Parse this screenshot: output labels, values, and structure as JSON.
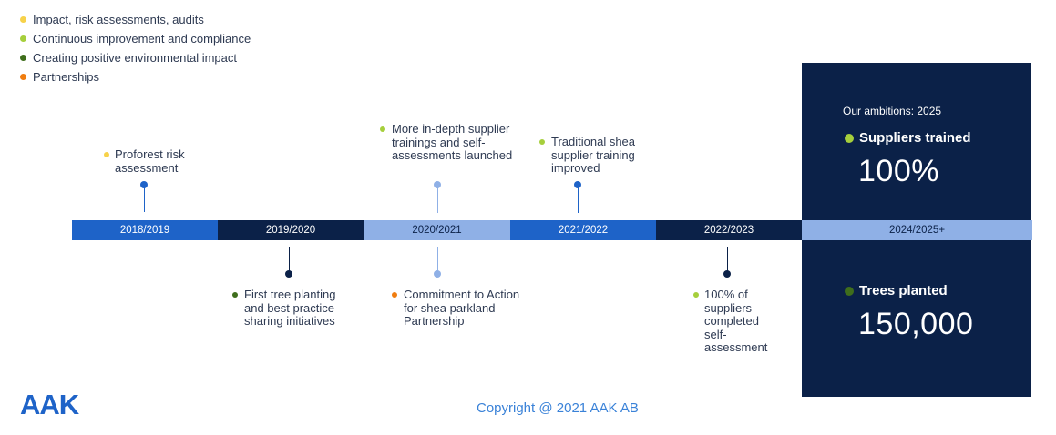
{
  "legend": [
    {
      "label": "Impact, risk assessments, audits",
      "color": "#f7d24a"
    },
    {
      "label": "Continuous improvement and compliance",
      "color": "#a6cf3c"
    },
    {
      "label": "Creating positive environmental impact",
      "color": "#3f6e1c"
    },
    {
      "label": "Partnerships",
      "color": "#f07d10"
    }
  ],
  "timeline": [
    {
      "label": "2018/2019",
      "color": "#1e63c8"
    },
    {
      "label": "2019/2020",
      "color": "#0b2148"
    },
    {
      "label": "2020/2021",
      "color": "#8fb0e6"
    },
    {
      "label": "2021/2022",
      "color": "#1e63c8"
    },
    {
      "label": "2022/2023",
      "color": "#0b2148"
    },
    {
      "label": "2024/2025+",
      "color": "#8fb0e6"
    }
  ],
  "events_above": [
    {
      "text": "Proforest risk assessment",
      "category_color": "#f7d24a",
      "marker_color": "#1e63c8"
    },
    {
      "text": "More in-depth supplier trainings and self-assessments launched",
      "category_color": "#a6cf3c",
      "marker_color": "#8fb0e6"
    },
    {
      "text": "Traditional shea supplier training improved",
      "category_color": "#a6cf3c",
      "marker_color": "#1e63c8"
    }
  ],
  "events_below": [
    {
      "text": "First tree planting and best practice sharing initiatives",
      "category_color": "#3f6e1c",
      "marker_color": "#0b2148"
    },
    {
      "text": "Commitment to Action for shea parkland Partnership",
      "category_color": "#f07d10",
      "marker_color": "#8fb0e6"
    },
    {
      "text": "100% of suppliers completed self-assessment",
      "category_color": "#a6cf3c",
      "marker_color": "#0b2148"
    }
  ],
  "ambitions": {
    "title": "Our ambitions: 2025",
    "kpi1": {
      "label": "Suppliers trained",
      "value": "100%",
      "color": "#a6cf3c"
    },
    "kpi2": {
      "label": "Trees planted",
      "value": "150,000",
      "color": "#3f6e1c"
    }
  },
  "logo": "AAK",
  "copyright": "Copyright @ 2021 AAK AB"
}
